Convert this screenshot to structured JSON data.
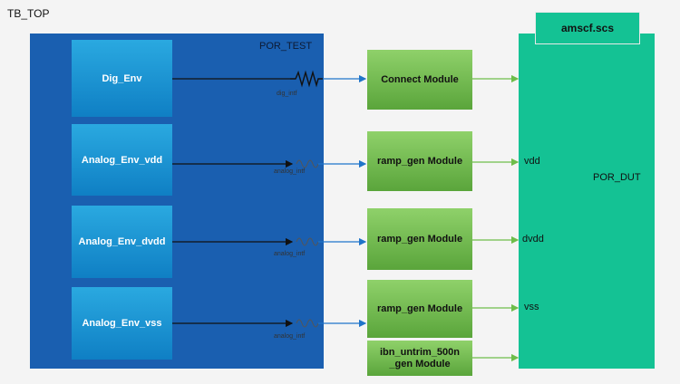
{
  "diagram": {
    "top_label": "TB_TOP",
    "test_label": "POR_TEST",
    "dut_label": "POR_DUT",
    "scs_label": "amscf.scs",
    "envs": [
      "Dig_Env",
      "Analog_Env_vdd",
      "Analog_Env_dvdd",
      "Analog_Env_vss"
    ],
    "modules": [
      "Connect Module",
      "ramp_gen Module",
      "ramp_gen Module",
      "ramp_gen Module",
      "ibn_untrim_500n _gen Module"
    ],
    "interfaces": [
      "dig_intf",
      "analog_intf",
      "analog_intf",
      "analog_intf"
    ],
    "pins": [
      "vdd",
      "dvdd",
      "vss"
    ],
    "colors": {
      "test_bg": "#1a5fb0",
      "env": "#1a94d6",
      "module": "#6ebd4a",
      "dut": "#14c294",
      "arrow_blue": "#1f74c9",
      "arrow_green": "#6ebd4a"
    }
  }
}
